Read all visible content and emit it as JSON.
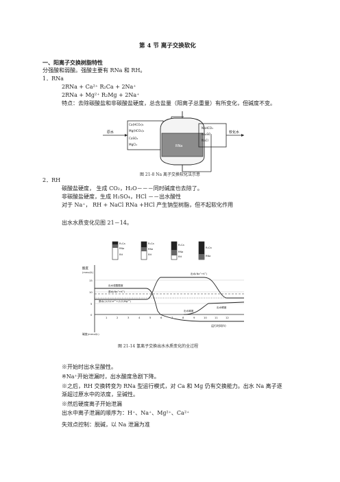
{
  "title": "第 4 节  离子交换软化",
  "section1": {
    "heading": "一、阳离子交换树脂特性",
    "intro": "分强酸和弱酸。强酸主要有 RNa 和 RH。",
    "item1": {
      "label": "1．RNa",
      "eq1": "2RNa + Ca²⁺    R₂Ca + 2Na⁺",
      "eq2": "2RNa + Mg²⁺    R₂Mg + 2Na⁺",
      "feature": "特点：去除碳酸盐和非碳酸盐硬度，总含盐量（阳离子总重量）有所变化，但碱度不变。"
    },
    "fig1": {
      "left_items": [
        "Ca(HCO₃)₂",
        "Mg(HCO₃)₂",
        "CaSO₄",
        "MgCl₂"
      ],
      "raw_water": "原水",
      "resin": "RNa",
      "right_items": [
        "NaHCO₃",
        "Na₂SO₄",
        "NaCl"
      ],
      "soft_water": "软化水",
      "caption": "图 21-8    Na 离子交换软化法示意"
    },
    "item2": {
      "label": "2．RH",
      "line1": "碳酸盐硬度，    生成 CO₂，H₂O－－－同时碱度也去除了。",
      "line2": "非碳酸盐硬度，生成 H₂SO₄，HCl  －－出水酸性",
      "line3": "对于 Na⁺，   RH + NaCl    RNa +HCl      产生钠型树脂，但不起软化作用",
      "line4": "出水水质变化见图 21－14。"
    },
    "fig2": {
      "columns": [
        [
          "R₂Ca",
          "RNa",
          "RH"
        ],
        [
          "R₂Ca",
          "RNa",
          "RH"
        ],
        [
          "R₂Ca",
          "RNa",
          "RH"
        ],
        [
          "R₂Ca",
          "RNa"
        ]
      ],
      "y_top_label": "酸度",
      "y_top_unit": "(mmol/L)",
      "y_bottom_label": "碱度(mmol/L)",
      "y_ticks": [
        "15",
        "10",
        "5",
        "0"
      ],
      "x_ticks": [
        "1",
        "2",
        "3",
        "4",
        "5",
        "6",
        "7",
        "8",
        "9",
        "10",
        "11",
        "12"
      ],
      "x_label": "运行时间(h)",
      "legend_top": "出水(Na⁺+K⁺)",
      "label_acid": "出水强酸酸度",
      "label_raw_na": "原水(Na⁺+K⁺)",
      "label_raw_hard": "原水((1/2)Ca²⁺+(1/2)Mg²⁺)",
      "label_hard_out": "出水硬度",
      "label_alk_out": "出水碱度",
      "caption": "图 21-14    氢离子交换出水水质变化的全过程"
    },
    "notes": [
      "※开始时出水呈酸性。",
      "※Na⁺开始泄漏时，出水酸度急剧下降。",
      "※之后，RH 交换转变为 RNa 型运行模式，对 Ca 和 Mg 仍有交换能力。出水 Na 离子逐",
      "   渐超过原水中的浓度，呈碱性。",
      "※然后硬度离子开始泄漏",
      "   出水中离子泄漏的顺序为：H⁺、Na⁺、Mg²⁺、Ca²⁺",
      "失效点控制：脱碱，以 Na 泄漏为准"
    ]
  }
}
